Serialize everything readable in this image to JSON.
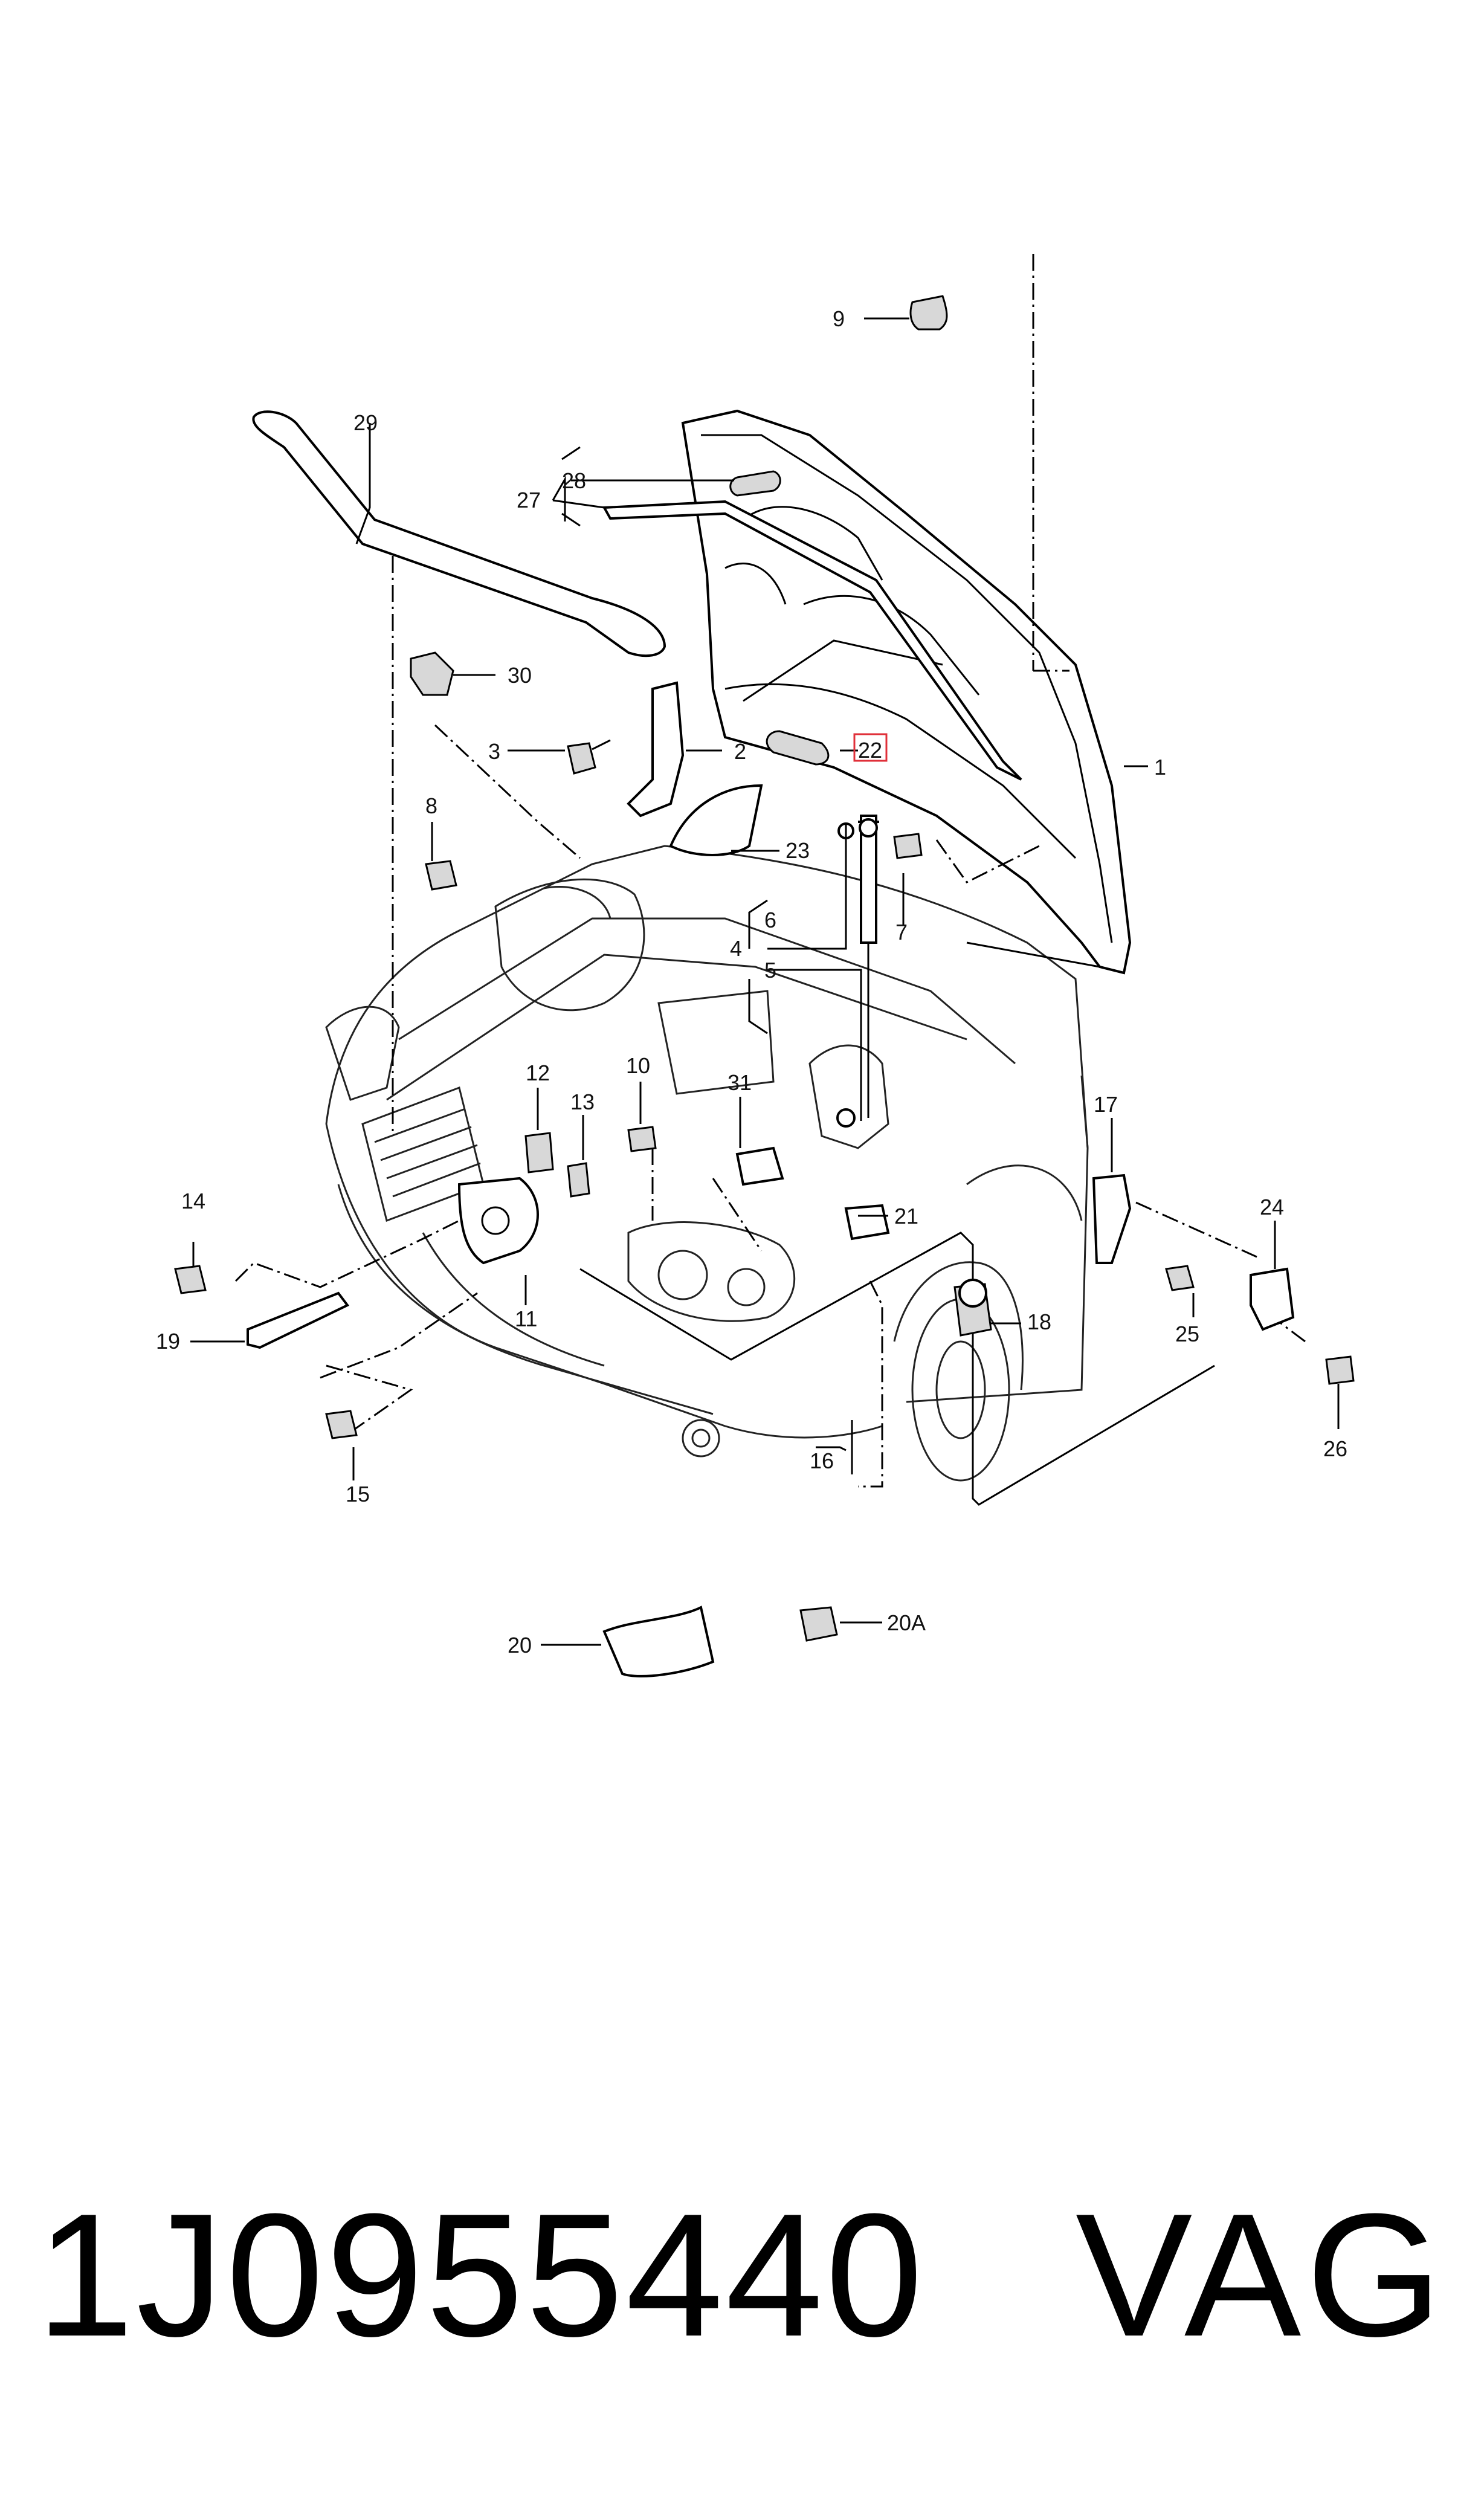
{
  "callouts": {
    "c1": "1",
    "c2": "2",
    "c3": "3",
    "c4": "4",
    "c5": "5",
    "c6": "6",
    "c7": "7",
    "c8": "8",
    "c9": "9",
    "c10": "10",
    "c11": "11",
    "c12": "12",
    "c13": "13",
    "c14": "14",
    "c15": "15",
    "c16": "16",
    "c17": "17",
    "c18": "18",
    "c19": "19",
    "c20": "20",
    "c20a": "20A",
    "c21": "21",
    "c22": "22",
    "c23": "23",
    "c24": "24",
    "c25": "25",
    "c26": "26",
    "c27": "27",
    "c28": "28",
    "c29": "29",
    "c30": "30",
    "c31": "31"
  },
  "highlight": {
    "callout": "22",
    "color": "#e0303a"
  },
  "footer": {
    "part_number": "1J0955440",
    "brand": "VAG"
  }
}
